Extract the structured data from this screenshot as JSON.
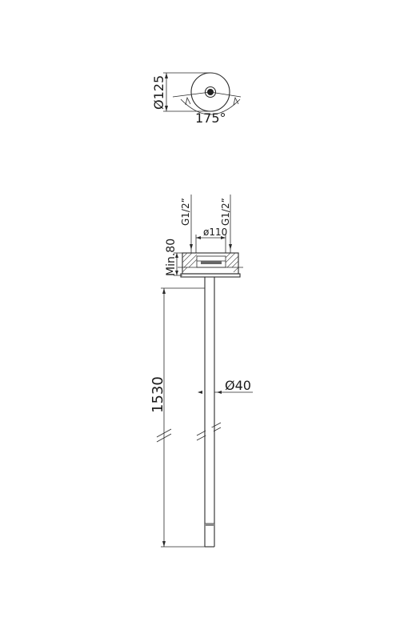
{
  "top_view": {
    "diameter_label": "Ø125",
    "rotation_label": "175°"
  },
  "side_view": {
    "inlet_left_label": "G1/2”",
    "inlet_right_label": "G1/2”",
    "flange_diameter_label": "ø110",
    "min_depth_label": "Min.80",
    "length_label": "1530",
    "pipe_diameter_label": "Ø40"
  }
}
